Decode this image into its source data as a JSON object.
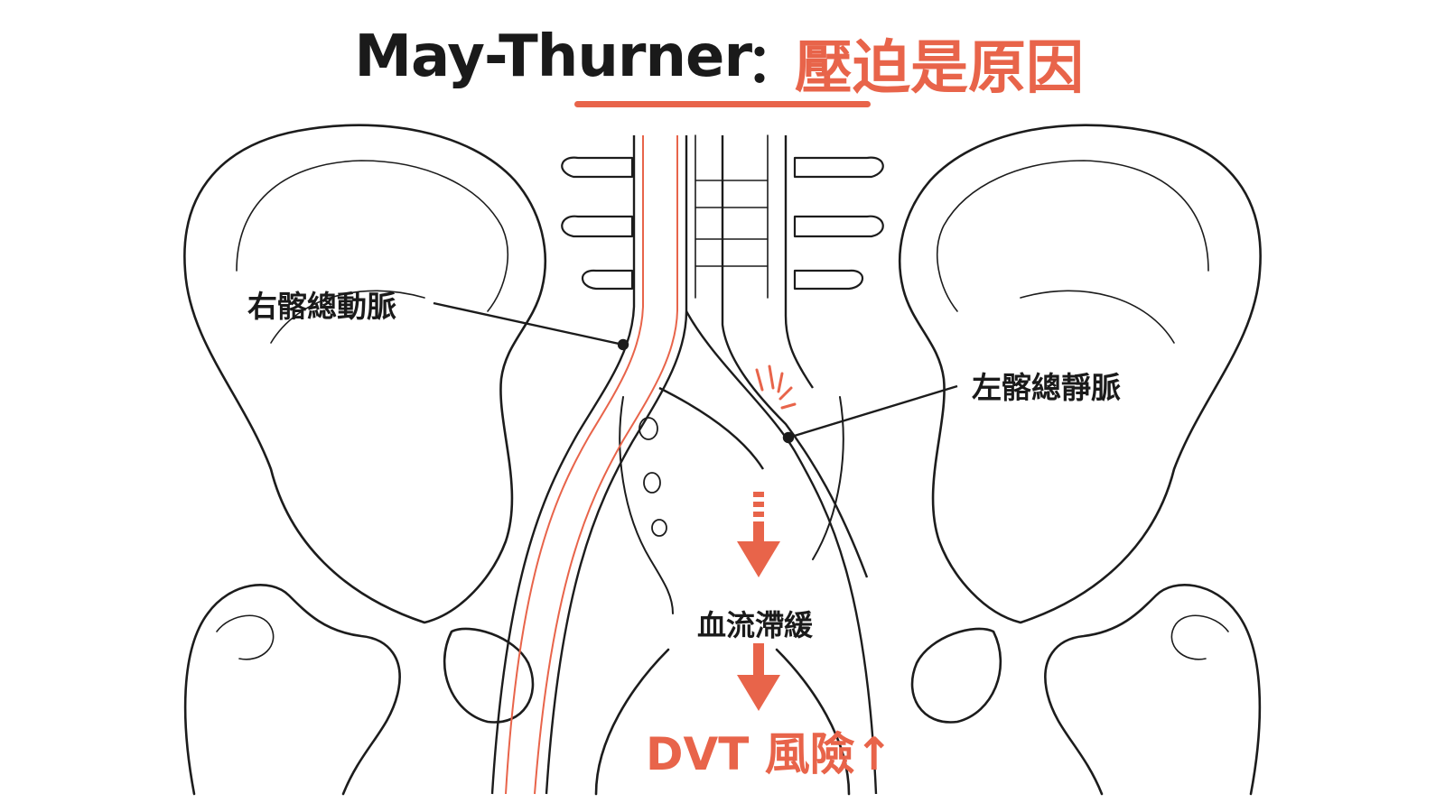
{
  "title": {
    "english": "May-Thurner",
    "colon": "：",
    "chinese": "壓迫是原因"
  },
  "labels": {
    "right_common_iliac_artery": "右髂總動脈",
    "left_common_iliac_vein": "左髂總靜脈",
    "blood_flow_slows": "血流滯緩",
    "dvt_risk": "DVT 風險",
    "risk_arrow": "↑"
  },
  "colors": {
    "accent": "#e8644a",
    "ink": "#1a1a1a",
    "background": "#ffffff"
  },
  "icons": [
    "down-arrow-icon",
    "up-arrow-icon",
    "compression-lines-icon"
  ]
}
